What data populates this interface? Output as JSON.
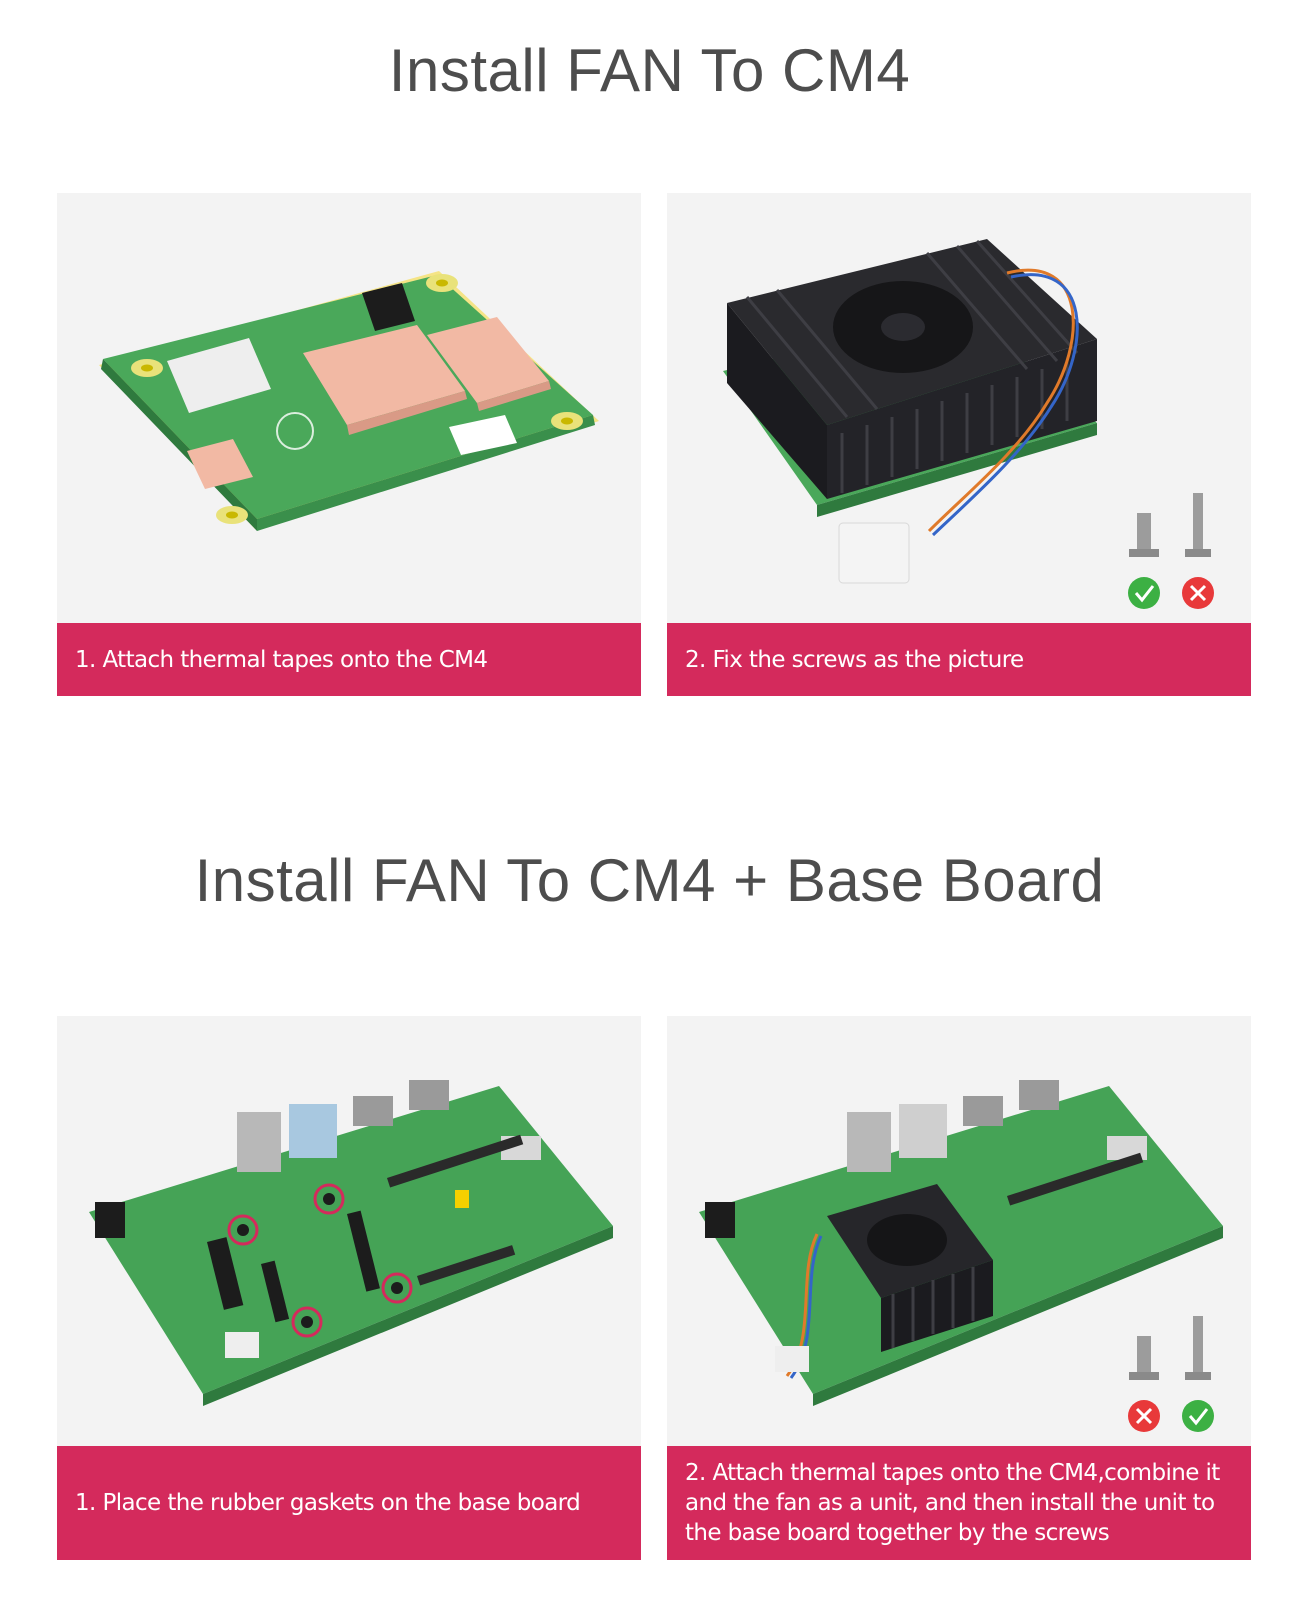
{
  "sections": [
    {
      "title": "Install FAN To CM4",
      "steps": [
        {
          "caption": "1. Attach thermal tapes onto the CM4"
        },
        {
          "caption": "2. Fix the screws as the picture"
        }
      ]
    },
    {
      "title": "Install FAN To CM4 + Base Board",
      "steps": [
        {
          "caption": "1. Place the rubber gaskets on the base board"
        },
        {
          "caption": "2. Attach thermal tapes onto the CM4,combine it and the fan as a unit, and then install the unit to the base board together by the screws"
        }
      ]
    }
  ],
  "icons": {
    "correct": "check-icon",
    "wrong": "cross-icon"
  },
  "colors": {
    "caption_background": "#d42a5c",
    "board_green": "#4aa85a",
    "heatsink": "#1e1e22",
    "thermal_pad": "#f2b9a4",
    "correct": "#3cb043",
    "wrong": "#e8393a"
  }
}
